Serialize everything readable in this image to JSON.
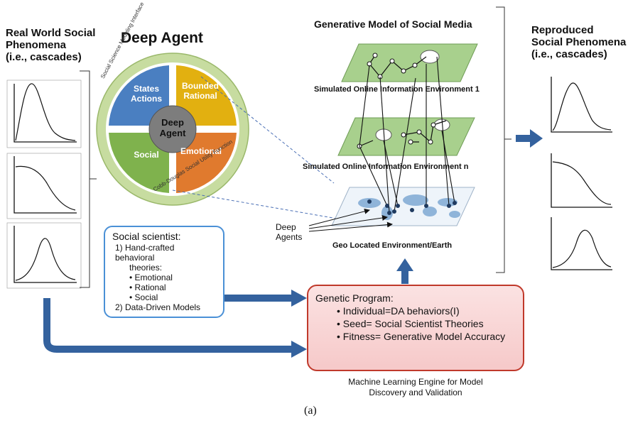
{
  "left": {
    "title_line1": "Real World Social",
    "title_line2": "Phenomena",
    "title_line3": "(i.e., cascades)"
  },
  "deep_agent": {
    "title": "Deep Agent",
    "center_line1": "Deep",
    "center_line2": "Agent",
    "quadrants": {
      "tl_line1": "States",
      "tl_line2": "Actions",
      "tr_line1": "Bounded",
      "tr_line2": "Rational",
      "bl": "Social",
      "br": "Emotional"
    },
    "ring_top": "Social Science Modeling Interface",
    "ring_bottom": "Cobb-Douglas Social Utility Function",
    "colors": {
      "tl": "#4a7fc1",
      "tr": "#e2b010",
      "bl": "#7fb24d",
      "br": "#e07a2e",
      "ring": "#c7dca0"
    }
  },
  "generative": {
    "title": "Generative Model of Social Media",
    "env1": "Simulated Online Information Environment 1",
    "envn": "Simulated Online Information Environment n",
    "geo": "Geo Located Environment/Earth",
    "deep_agents_line1": "Deep",
    "deep_agents_line2": "Agents"
  },
  "right": {
    "title_line1": "Reproduced",
    "title_line2": "Social Phenomena",
    "title_line3": "(i.e., cascades)"
  },
  "scientist": {
    "title": "Social scientist:",
    "item1_line1": "1)  Hand-crafted behavioral",
    "item1_line2": "theories:",
    "sub1": "Emotional",
    "sub2": "Rational",
    "sub3": "Social",
    "item2": "2)  Data-Driven Models"
  },
  "genetic": {
    "title": "Genetic Program:",
    "item1": "Individual=DA behaviors(I)",
    "item2": "Seed= Social Scientist Theories",
    "item3": "Fitness= Generative Model Accuracy",
    "caption_line1": "Machine Learning Engine for Model",
    "caption_line2": "Discovery and Validation"
  },
  "figure_label": "(a)"
}
